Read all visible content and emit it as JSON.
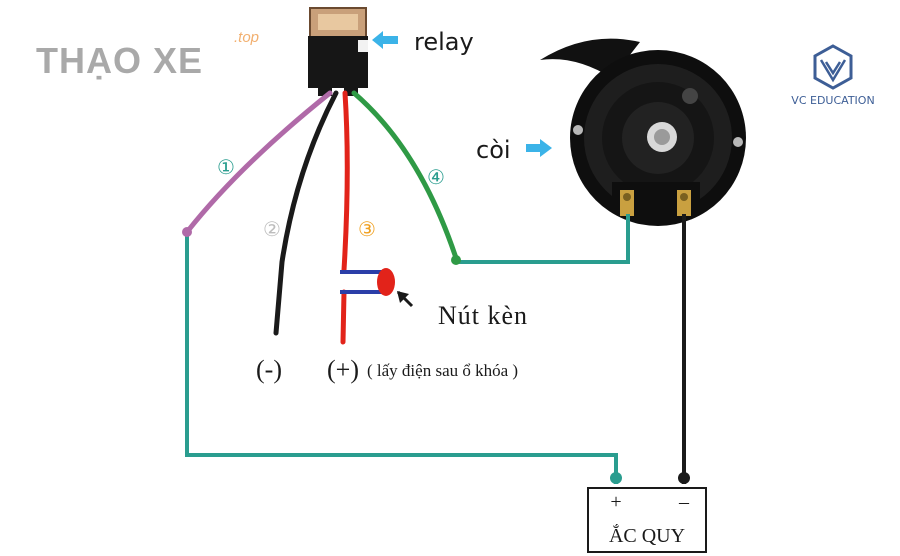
{
  "watermark": {
    "brand": "THẠO XE",
    "suffix": ".top"
  },
  "logo": {
    "text": "VC EDUCATION"
  },
  "labels": {
    "relay": "relay",
    "horn": "còi",
    "button": "Nút kèn",
    "negative": "(-)",
    "positive": "(+)",
    "positive_note": "( lấy điện sau ổ khóa )"
  },
  "wires": [
    {
      "num": "①",
      "color": "#b06aa8"
    },
    {
      "num": "②",
      "color": "#1a1a1a"
    },
    {
      "num": "③",
      "color": "#e2231a"
    },
    {
      "num": "④",
      "color": "#2f9a45"
    }
  ],
  "battery": {
    "label": "ẮC QUY",
    "plus": "+",
    "minus": "–"
  },
  "colors": {
    "teal_wire": "#2a9d8f",
    "black_wire": "#1a1a1a",
    "arrow": "#3bb3e8"
  }
}
